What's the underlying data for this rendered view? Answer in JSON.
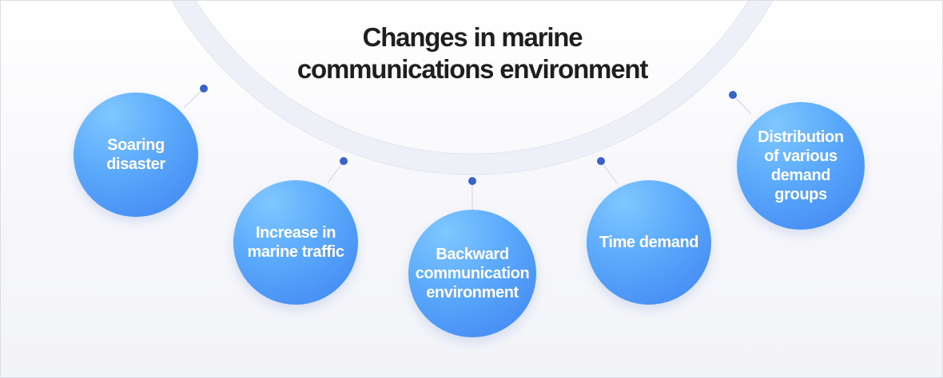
{
  "diagram": {
    "title_line1": "Changes in marine",
    "title_line2": "communications environment",
    "nodes": [
      {
        "label": "Soaring\ndisaster"
      },
      {
        "label": "Increase in\nmarine traffic"
      },
      {
        "label": "Backward\ncommunication\nenvironment"
      },
      {
        "label": "Time demand"
      },
      {
        "label": "Distribution\nof various\ndemand\ngroups"
      }
    ]
  },
  "colors": {
    "node_gradient_light": "#7fc7ff",
    "node_gradient_dark": "#3f83f1",
    "dot": "#3a63c8",
    "arc": "#eef0f7",
    "title": "#1f1f1f"
  }
}
